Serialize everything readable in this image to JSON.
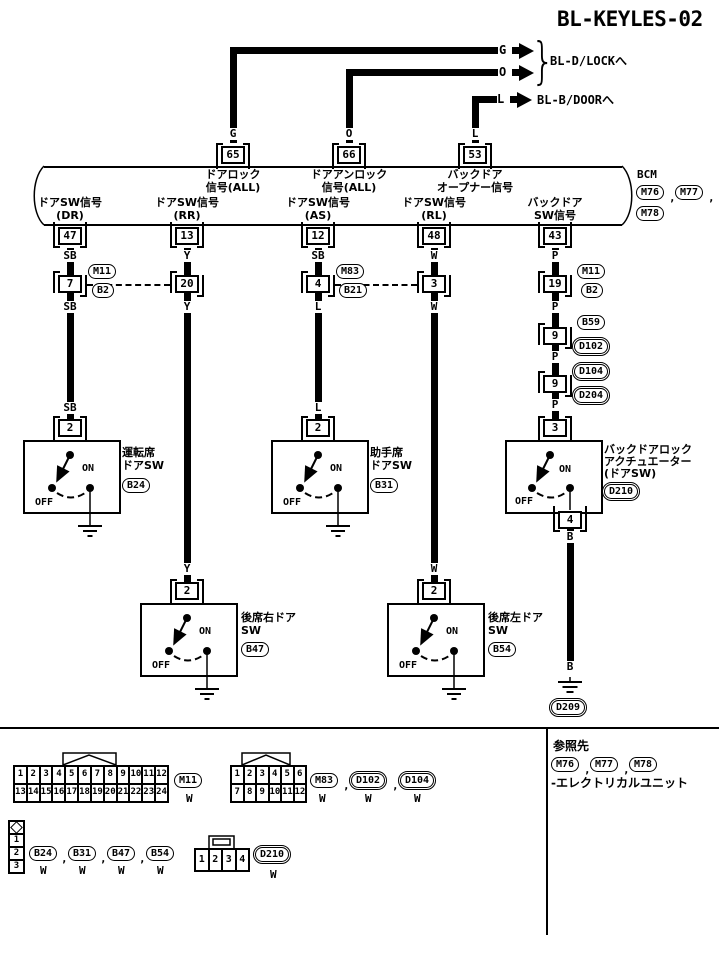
{
  "title": "BL-KEYLES-02",
  "offpage": {
    "wire_g": "G",
    "wire_o": "O",
    "wire_l": "L",
    "lock_dest": "BL-D/LOCKへ",
    "door_dest": "BL-B/DOORへ"
  },
  "wire_colors": {
    "sb": "SB",
    "y": "Y",
    "l": "L",
    "w": "W",
    "p": "P",
    "b": "B"
  },
  "bcm": {
    "label": "BCM",
    "comma": ",",
    "conn1": "M76",
    "conn2": "M77",
    "conn3": "M78",
    "pin_lock": "65",
    "sig_lock1": "ドアロック",
    "sig_lock2": "信号(ALL)",
    "pin_unlock": "66",
    "sig_unlock1": "ドアアンロック",
    "sig_unlock2": "信号(ALL)",
    "pin_bd_open": "53",
    "sig_bd_open1": "バックドア",
    "sig_bd_open2": "オープナー信号",
    "pin_dr": "47",
    "sig_dr1": "ドアSW信号",
    "sig_dr2": "(DR)",
    "pin_rr": "13",
    "sig_rr1": "ドアSW信号",
    "sig_rr2": "(RR)",
    "pin_as": "12",
    "sig_as1": "ドアSW信号",
    "sig_as2": "(AS)",
    "pin_rl": "48",
    "sig_rl1": "ドアSW信号",
    "sig_rl2": "(RL)",
    "pin_bd": "43",
    "sig_bd1": "バックドア",
    "sig_bd2": "SW信号"
  },
  "junctions": {
    "dr_pin": "7",
    "dr_up": "M11",
    "dr_dn": "B2",
    "rr_pin": "20",
    "as_pin": "4",
    "as_up": "M83",
    "as_dn": "B21",
    "rl_pin": "3",
    "bd_pin": "19",
    "bd_up": "M11",
    "bd_dn": "B2",
    "bd2_pin": "9",
    "bd2_up": "B59",
    "bd2_dn": "D102",
    "bd3_pin": "9",
    "bd3_up": "D104",
    "bd3_dn": "D204"
  },
  "switches": {
    "on": "ON",
    "off": "OFF",
    "pin2": "2",
    "driver1": "運転席",
    "driver2": "ドアSW",
    "driver_conn": "B24",
    "passenger1": "助手席",
    "passenger2": "ドアSW",
    "passenger_conn": "B31",
    "rear_right1": "後席右ドア",
    "rear_right2": "SW",
    "rear_right_conn": "B47",
    "rear_left1": "後席左ドア",
    "rear_left2": "SW",
    "rear_left_conn": "B54"
  },
  "actuator": {
    "pin_in": "3",
    "pin_out": "4",
    "name1": "バックドアロック",
    "name2": "アクチュエーター",
    "name3": "(ドアSW)",
    "conn": "D210",
    "ground_conn": "D209"
  },
  "footer": {
    "comma": ",",
    "ref_title": "参照先",
    "ref1": "M76",
    "ref2": "M77",
    "ref3": "M78",
    "ref_note": "-エレクトリカルユニット",
    "m11": {
      "label": "M11",
      "color": "W",
      "row1": [
        "1",
        "2",
        "3",
        "4",
        "5",
        "6",
        "7",
        "8",
        "9",
        "10",
        "11",
        "12"
      ],
      "row2": [
        "13",
        "14",
        "15",
        "16",
        "17",
        "18",
        "19",
        "20",
        "21",
        "22",
        "23",
        "24"
      ]
    },
    "m83": {
      "label": "M83",
      "color": "W",
      "row1": [
        "1",
        "2",
        "3",
        "4",
        "5",
        "6"
      ],
      "row2": [
        "7",
        "8",
        "9",
        "10",
        "11",
        "12"
      ]
    },
    "d102": {
      "label": "D102",
      "color": "W"
    },
    "d104": {
      "label": "D104",
      "color": "W"
    },
    "bside": {
      "pins": [
        "1",
        "2",
        "3"
      ],
      "b24": "B24",
      "b31": "B31",
      "b47": "B47",
      "b54": "B54",
      "color": "W"
    },
    "d210": {
      "label": "D210",
      "color": "W",
      "pins": [
        "1",
        "2",
        "3",
        "4"
      ]
    }
  }
}
